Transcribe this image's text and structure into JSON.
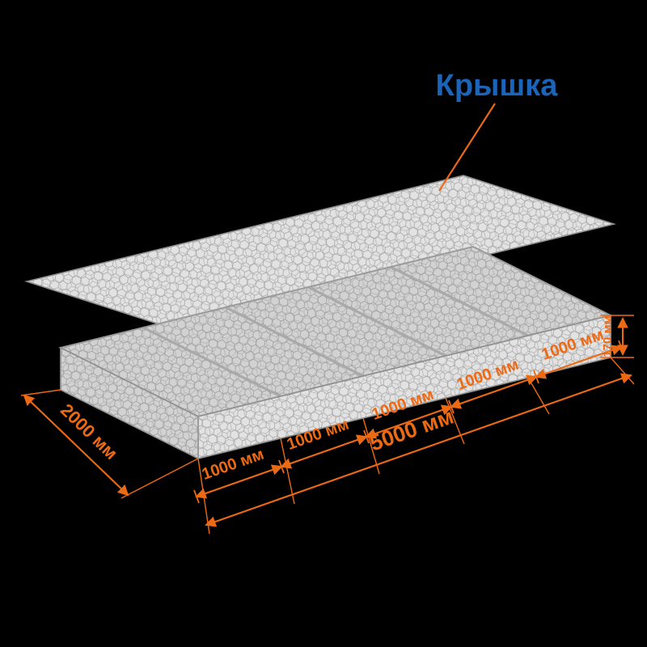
{
  "labels": {
    "lid": "Крышка"
  },
  "dimensions": {
    "width_label": "2000 мм",
    "height_label": "170 мм",
    "length_total_label": "5000 мм",
    "length_segments": [
      "1000 мм",
      "1000 мм",
      "1000 мм",
      "1000 мм",
      "1000 мм"
    ]
  },
  "colors": {
    "background": "#000000",
    "dimension-orange": "#ed6a15",
    "callout-blue": "#1b64b8",
    "mesh-light": "#e2e2e2",
    "mesh-dark": "#d2d2d2"
  }
}
